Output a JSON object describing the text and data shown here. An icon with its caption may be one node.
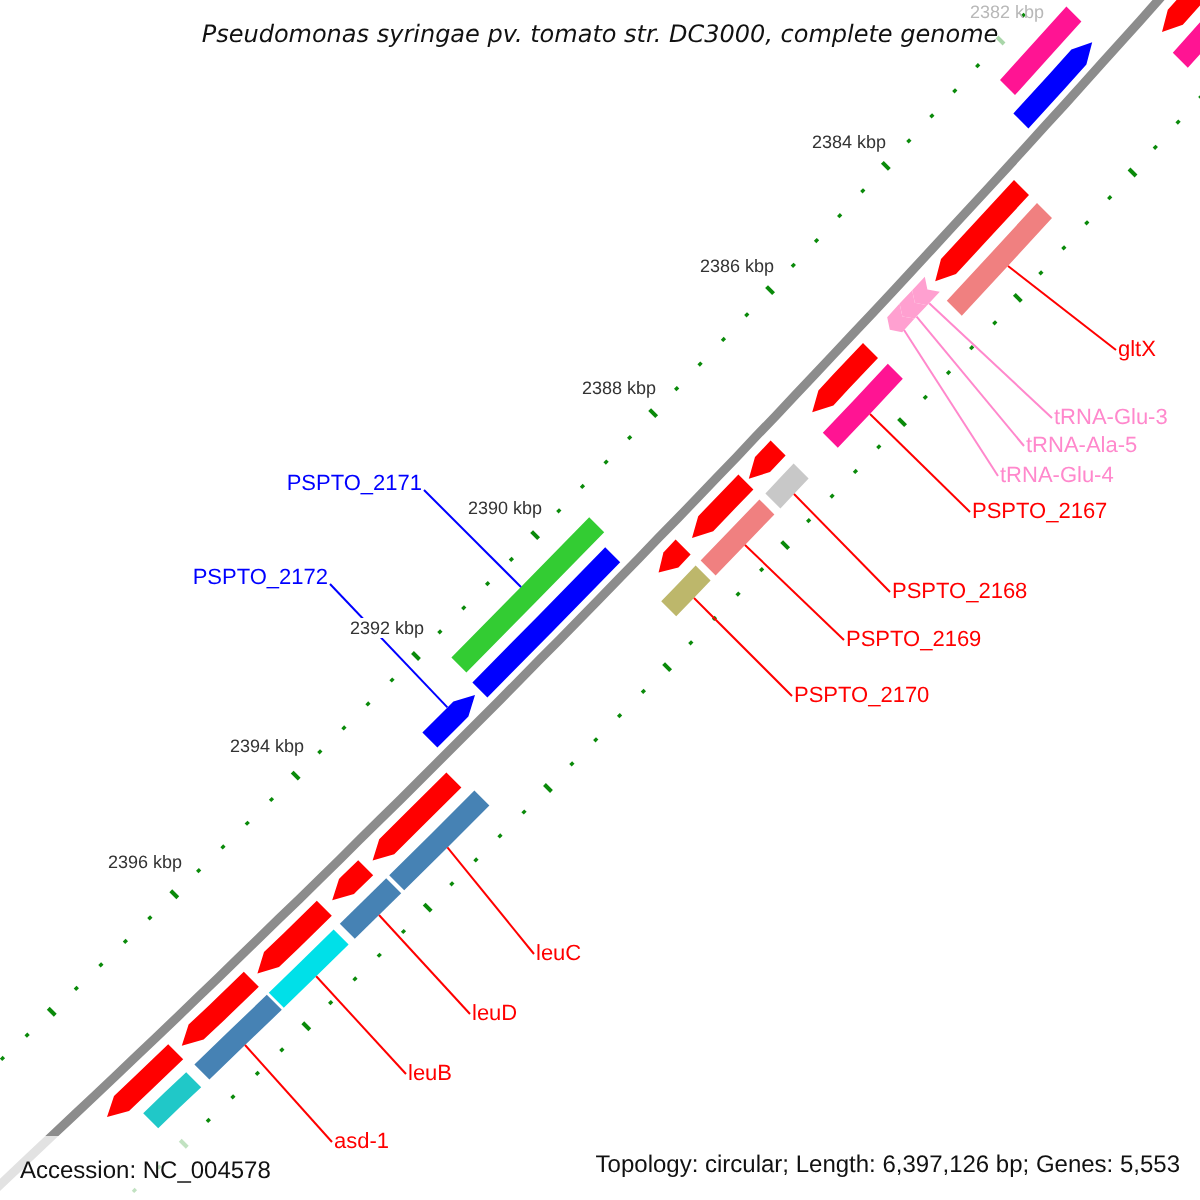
{
  "diagram": {
    "title": "Pseudomonas syringae pv. tomato str. DC3000, complete genome",
    "nodes": [
      {
        "text": [
          "gltX"
        ]
      },
      {
        "text": [
          "tRNA-Glu-3"
        ]
      },
      {
        "text": [
          "tRNA-Ala-5"
        ]
      },
      {
        "text": [
          "tRNA-Glu-4"
        ]
      },
      {
        "text": [
          "PSPTO_2167"
        ]
      },
      {
        "text": [
          "PSPTO_2168"
        ]
      },
      {
        "text": [
          "PSPTO_2169"
        ]
      },
      {
        "text": [
          "PSPTO_2170"
        ]
      },
      {
        "text": [
          "PSPTO_2171"
        ]
      },
      {
        "text": [
          "PSPTO_2172"
        ]
      },
      {
        "text": [
          "leuC"
        ]
      },
      {
        "text": [
          "leuD"
        ]
      },
      {
        "text": [
          "leuB"
        ]
      },
      {
        "text": [
          "asd-1"
        ]
      },
      {
        "text": [],
        "shape": "arrow"
      },
      {
        "text": [],
        "shape": "bar"
      },
      {
        "text": [],
        "shape": "bar"
      },
      {
        "text": [],
        "shape": "arrow"
      },
      {
        "text": [],
        "shape": "arrow"
      },
      {
        "text": [],
        "shape": "bar"
      },
      {
        "text": [],
        "shape": "chevron"
      },
      {
        "text": [],
        "shape": "chevron"
      },
      {
        "text": [],
        "shape": "chevron"
      },
      {
        "text": [],
        "shape": "arrow"
      },
      {
        "text": [],
        "shape": "bar"
      },
      {
        "text": [],
        "shape": "arrow"
      },
      {
        "text": [],
        "shape": "bar"
      },
      {
        "text": [],
        "shape": "arrow"
      },
      {
        "text": [],
        "shape": "bar"
      },
      {
        "text": [],
        "shape": "arrow"
      },
      {
        "text": [],
        "shape": "bar"
      },
      {
        "text": [],
        "shape": "bar"
      },
      {
        "text": [],
        "shape": "bar"
      },
      {
        "text": [],
        "shape": "arrow"
      },
      {
        "text": [],
        "shape": "arrow"
      },
      {
        "text": [],
        "shape": "bar"
      },
      {
        "text": [],
        "shape": "arrow"
      },
      {
        "text": [],
        "shape": "bar"
      },
      {
        "text": [],
        "shape": "arrow"
      },
      {
        "text": [],
        "shape": "bar"
      },
      {
        "text": [],
        "shape": "arrow"
      },
      {
        "text": [],
        "shape": "bar"
      },
      {
        "text": [],
        "shape": "arrow"
      },
      {
        "text": [],
        "shape": "bar"
      }
    ],
    "edges": [
      {
        "from": 0,
        "to": 19,
        "arrow": "none"
      },
      {
        "from": 1,
        "to": 20,
        "arrow": "none",
        "color": "#ff88cc"
      },
      {
        "from": 2,
        "to": 21,
        "arrow": "none",
        "color": "#ff88cc"
      },
      {
        "from": 3,
        "to": 22,
        "arrow": "none",
        "color": "#ff88cc"
      },
      {
        "from": 4,
        "to": 24,
        "arrow": "none"
      },
      {
        "from": 5,
        "to": 26,
        "arrow": "none"
      },
      {
        "from": 6,
        "to": 28,
        "arrow": "none"
      },
      {
        "from": 7,
        "to": 30,
        "arrow": "none"
      },
      {
        "from": 8,
        "to": 31,
        "arrow": "none",
        "color": "#0000ff"
      },
      {
        "from": 9,
        "to": 33,
        "arrow": "none",
        "color": "#0000ff"
      },
      {
        "from": 10,
        "to": 35,
        "arrow": "none"
      },
      {
        "from": 11,
        "to": 37,
        "arrow": "none"
      },
      {
        "from": 12,
        "to": 39,
        "arrow": "none"
      },
      {
        "from": 13,
        "to": 41,
        "arrow": "none"
      }
    ],
    "labels": [
      "2382 kbp",
      "2384 kbp",
      "2386 kbp",
      "2388 kbp",
      "2390 kbp",
      "2392 kbp",
      "2394 kbp",
      "2396 kbp",
      "Accession: NC_004578",
      "Topology: circular; Length: 6,397,126 bp; Genes: 5,553"
    ]
  }
}
